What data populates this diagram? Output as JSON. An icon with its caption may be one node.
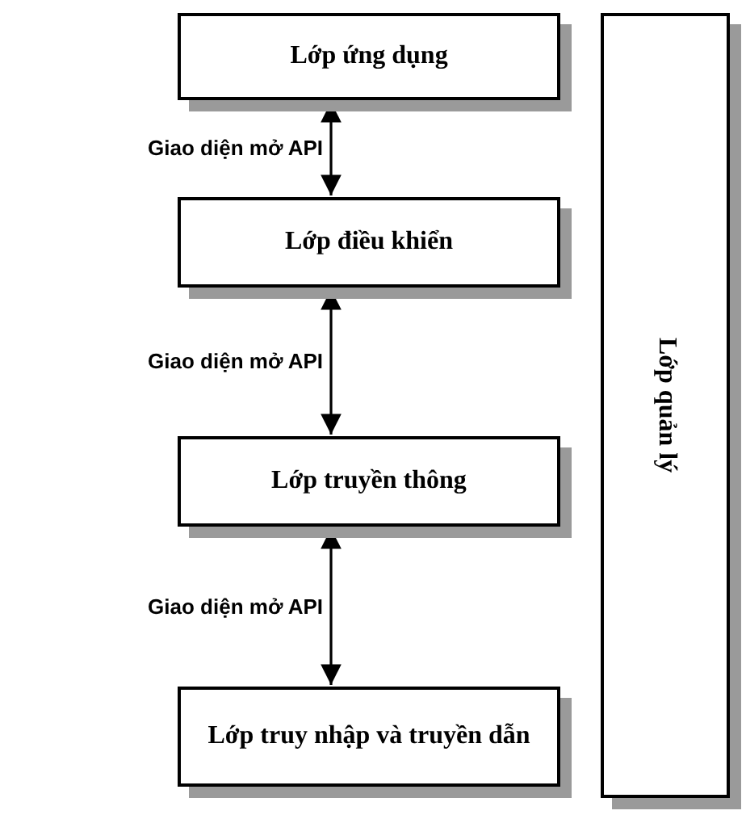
{
  "diagram": {
    "nodes": [
      {
        "text": [
          "Lớp ứng dụng"
        ]
      },
      {
        "text": [
          "Lớp điều khiển"
        ]
      },
      {
        "text": [
          "Lớp truyền thông"
        ]
      },
      {
        "text": [
          "Lớp truy nhập và truyền dẫn"
        ]
      },
      {
        "text": [
          "Lớp quản lý"
        ]
      }
    ],
    "edges": [
      {
        "from": 0,
        "to": 1,
        "arrow": "both",
        "label": "Giao diện mở API"
      },
      {
        "from": 1,
        "to": 2,
        "arrow": "both",
        "label": "Giao diện mở API"
      },
      {
        "from": 2,
        "to": 3,
        "arrow": "both",
        "label": "Giao diện mở API"
      }
    ]
  }
}
